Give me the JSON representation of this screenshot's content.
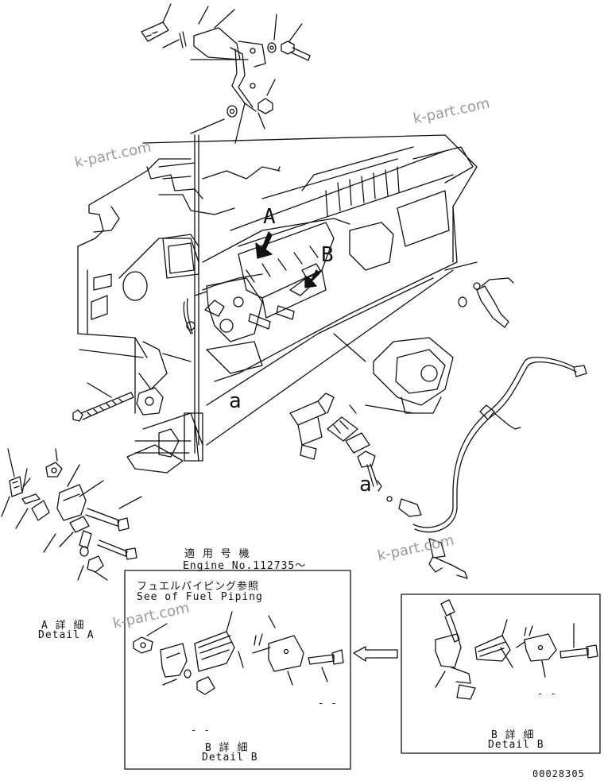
{
  "engine": {
    "applicable_title": "適 用 号 機",
    "engine_no": "Engine No.112735～"
  },
  "fuel_piping": {
    "jp": "フュエルパイピング参照",
    "en": "See of Fuel Piping"
  },
  "detail_a": {
    "jp": "A 詳 細",
    "en": "Detail A"
  },
  "detail_b_left": {
    "jp": "B 詳 細",
    "en": "Detail B"
  },
  "detail_b_right": {
    "jp": "B 詳 細",
    "en": "Detail B"
  },
  "callouts": {
    "A": "A",
    "B": "B",
    "a_main": "a",
    "a_lower": "a"
  },
  "dashes": {
    "d1": "- -",
    "d2": "- -",
    "d3": "- -"
  },
  "part_number": "00028305",
  "watermark": "k-part.com",
  "colors": {
    "line": "#111111",
    "watermark": "#9a9a9a",
    "background": "#ffffff"
  }
}
